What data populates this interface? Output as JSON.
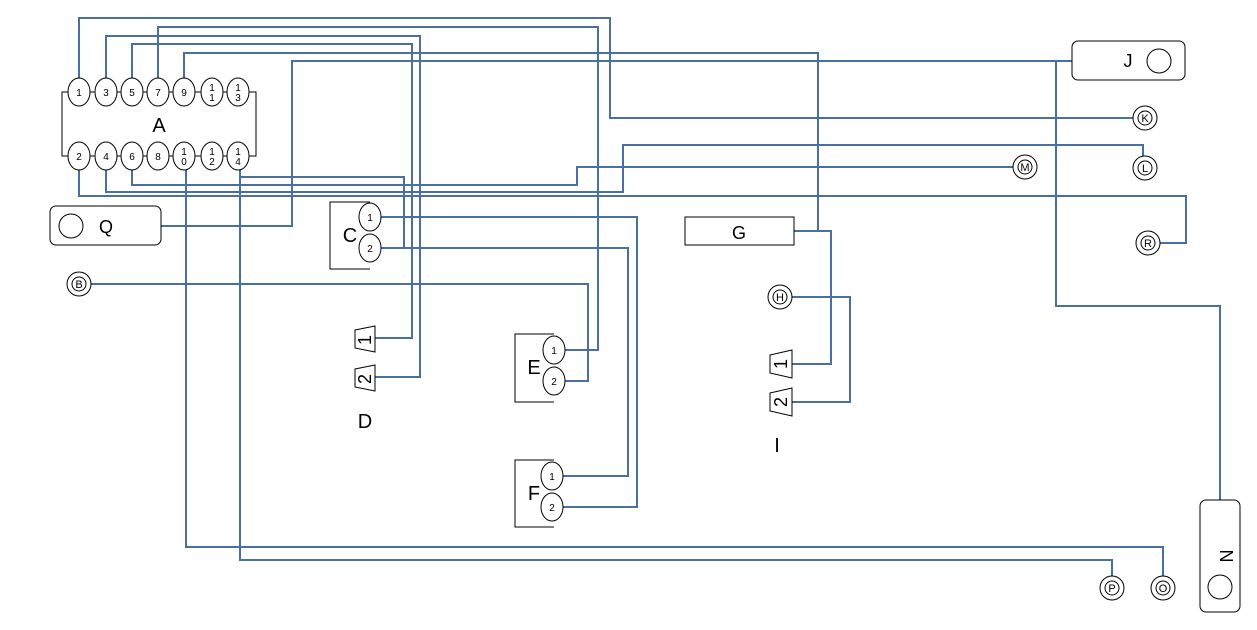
{
  "connector_A": {
    "label": "A",
    "top_pins": [
      "1",
      "3",
      "5",
      "7",
      "9",
      "11",
      "13"
    ],
    "bottom_pins": [
      "2",
      "4",
      "6",
      "8",
      "10",
      "12",
      "14"
    ]
  },
  "connector_C": {
    "label": "C",
    "pins": [
      "1",
      "2"
    ]
  },
  "connector_D": {
    "label": "D",
    "plugs": [
      "1",
      "2"
    ]
  },
  "connector_E": {
    "label": "E",
    "pins": [
      "1",
      "2"
    ]
  },
  "connector_F": {
    "label": "F",
    "pins": [
      "1",
      "2"
    ]
  },
  "component_G": {
    "label": "G"
  },
  "connector_I": {
    "label": "I",
    "plugs": [
      "1",
      "2"
    ]
  },
  "component_J": {
    "label": "J"
  },
  "component_N": {
    "label": "N"
  },
  "component_Q": {
    "label": "Q"
  },
  "terminals": {
    "B": "B",
    "H": "H",
    "K": "K",
    "L": "L",
    "M": "M",
    "O": "O",
    "P": "P",
    "R": "R"
  },
  "colors": {
    "wire": "#4a6fa5",
    "outline": "#000000"
  }
}
